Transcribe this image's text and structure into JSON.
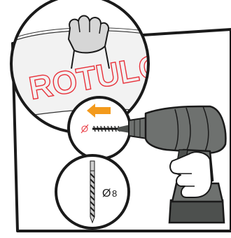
{
  "illustration": {
    "label_text": "ROTULO",
    "bit_symbol": "Ø",
    "bit_size": "8",
    "arrow_color": "#f39a1c",
    "label_color": "#e8313a",
    "drill_color": "#6e716f",
    "drill_dark": "#4d504e",
    "line_color": "#1a1a1a",
    "icons": [
      "hand-icon",
      "left-arrow-icon",
      "no-drill-symbol-icon",
      "drill-icon",
      "drill-bit-icon"
    ]
  }
}
